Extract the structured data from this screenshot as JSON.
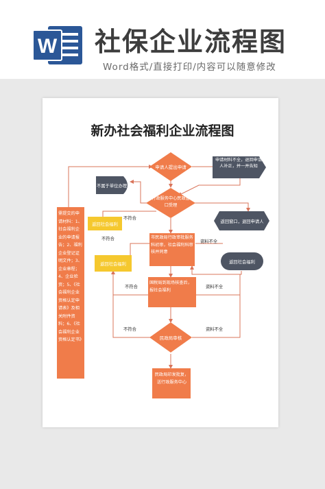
{
  "banner": {
    "app_icon": "word-document-icon",
    "logo_letter": "W",
    "title": "社保企业流程图",
    "subtitle": "Word格式/直接打印/内容可以随意修改"
  },
  "document": {
    "title": "新办社会福利企业流程图"
  },
  "flow": {
    "start": "申请人提出申请",
    "incomplete_notice": "申请材料不全，退回申请人补正，并一并告知",
    "not_belong": "不属于单位办理",
    "window_accept": "行政服务中心民政窗口受理",
    "return_window": "返回窗口，退回申请人",
    "return_materials_1": "返回社会福利",
    "return_materials_2": "返回社会福利",
    "return_materials_3": "返回社会福利",
    "center_check": "市民政局行政审批服务科初审，社会福利科审核并同意",
    "left_note": "需提交的申请材料：1、社会福利企业的申请报告；2、福利企业登记证明文件；3、企业章程；4、企业验资；5、《社会福利企业资格认定申请表》及相关附件资料；6、《社会福利企业资格认定书》",
    "mid_review": "国税局到现场核查后，报社会福利",
    "decision": "民政局审核",
    "final": "民政局印发批复，送行政服务中心",
    "label_not_ok_1": "不符合",
    "label_not_ok_2": "不符合",
    "label_not_ok_3": "不符合",
    "label_not_ok_4": "不符合",
    "label_incomplete_1": "资料不全",
    "label_incomplete_2": "资料不全",
    "label_incomplete_3": "资料不全"
  },
  "colors": {
    "orange": "#f07c4a",
    "dark_slate": "#4e5563",
    "yellow": "#f5c82e",
    "word_blue": "#2b5797",
    "arrow": "#d9745a"
  }
}
